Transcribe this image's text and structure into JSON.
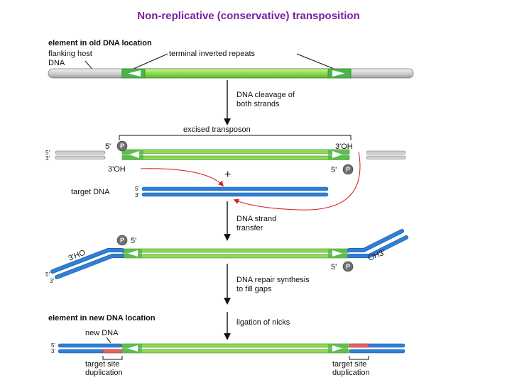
{
  "title": "Non-replicative (conservative) transposition",
  "labels": {
    "old_location": "element in old DNA location",
    "flanking": "flanking host",
    "flanking2": "DNA",
    "tir": "terminal inverted repeats",
    "step1_a": "DNA cleavage of",
    "step1_b": "both strands",
    "excised": "excised transposon",
    "five": "5'",
    "three": "3'",
    "three_oh": "3'OH",
    "p": "P",
    "plus": "+",
    "target": "target DNA",
    "step2_a": "DNA strand",
    "step2_b": "transfer",
    "ho3": "3'HO",
    "oh3": "OH3'",
    "step3_a": "DNA repair synthesis",
    "step3_b": "to fill gaps",
    "new_location": "element in new DNA location",
    "step4": "ligation of nicks",
    "new_dna": "new DNA",
    "tsd_a": "target site",
    "tsd_b": "duplication"
  },
  "colors": {
    "title": "#7a1fa2",
    "transposon": "#8ed94f",
    "transposon_dark": "#2f8f2f",
    "host_gray": "#bdbdbd",
    "target_blue": "#2f7fd6",
    "new_dna": "#e8605c",
    "arrow_red": "#d8232a"
  }
}
